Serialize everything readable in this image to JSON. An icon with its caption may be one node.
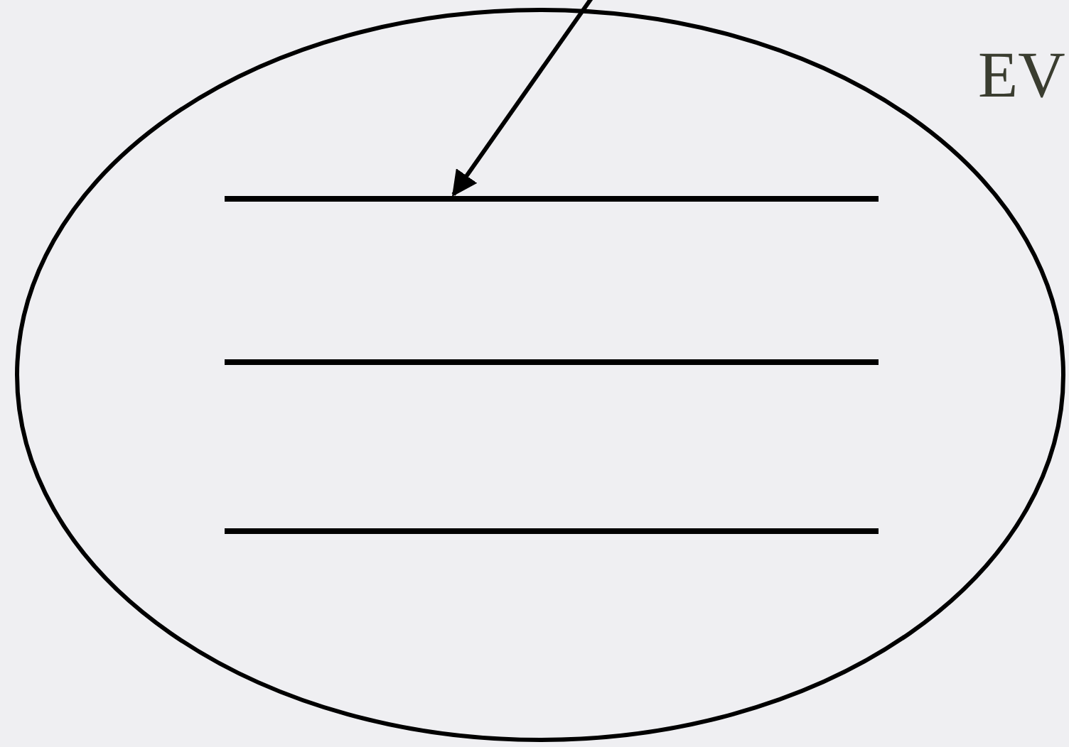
{
  "diagram": {
    "nodes": [
      {
        "text": [],
        "shape": "ellipse"
      },
      {
        "text": [],
        "shape": "line",
        "in": 0
      },
      {
        "text": [],
        "shape": "line",
        "in": 0
      },
      {
        "text": [],
        "shape": "line",
        "in": 0
      }
    ],
    "edges": [
      {
        "from": null,
        "to": 1,
        "arrow": "to"
      }
    ],
    "labels": [
      "EV"
    ]
  }
}
